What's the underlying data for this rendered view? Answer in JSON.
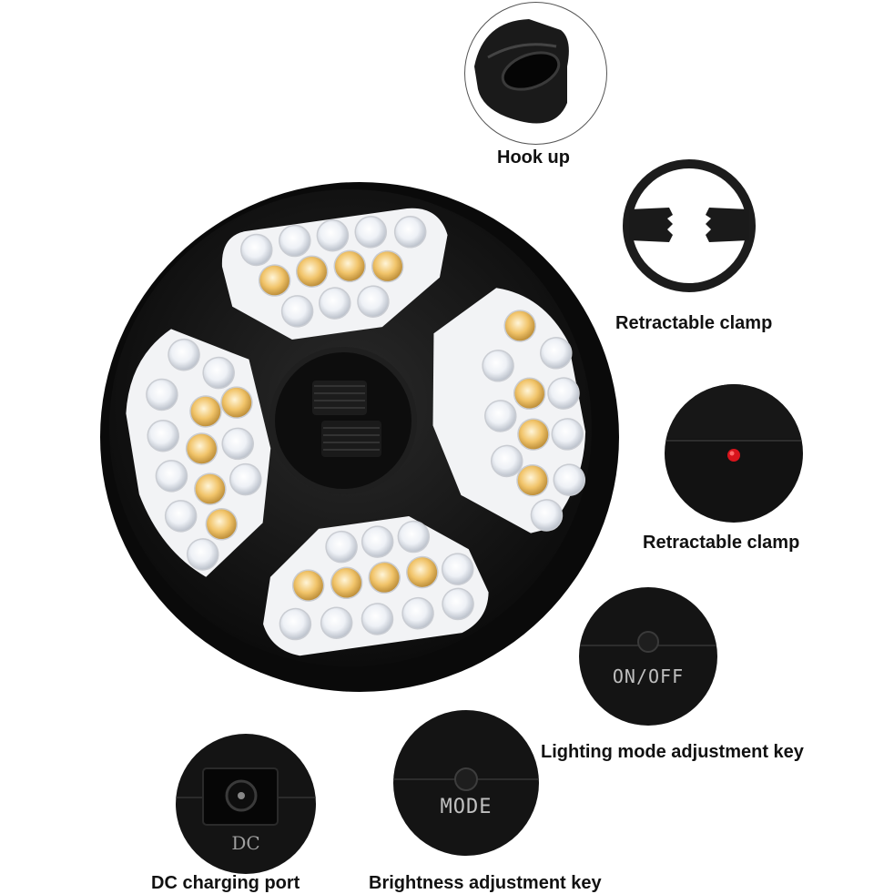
{
  "callouts": {
    "hook": {
      "label": "Hook up"
    },
    "clamp": {
      "label": "Retractable clamp"
    },
    "indicator": {
      "label": "Retractable clamp"
    },
    "power": {
      "label": "Lighting mode adjustment key",
      "printed": "ON/OFF"
    },
    "dc": {
      "label": "DC charging port",
      "printed": "DC"
    },
    "mode": {
      "label": "Brightness adjustment key",
      "printed": "MODE"
    }
  },
  "colors": {
    "body": "#141414",
    "cool_led": "#f4f6fa",
    "warm_led": "#f1c46a",
    "indicator_led": "#d8141c"
  }
}
